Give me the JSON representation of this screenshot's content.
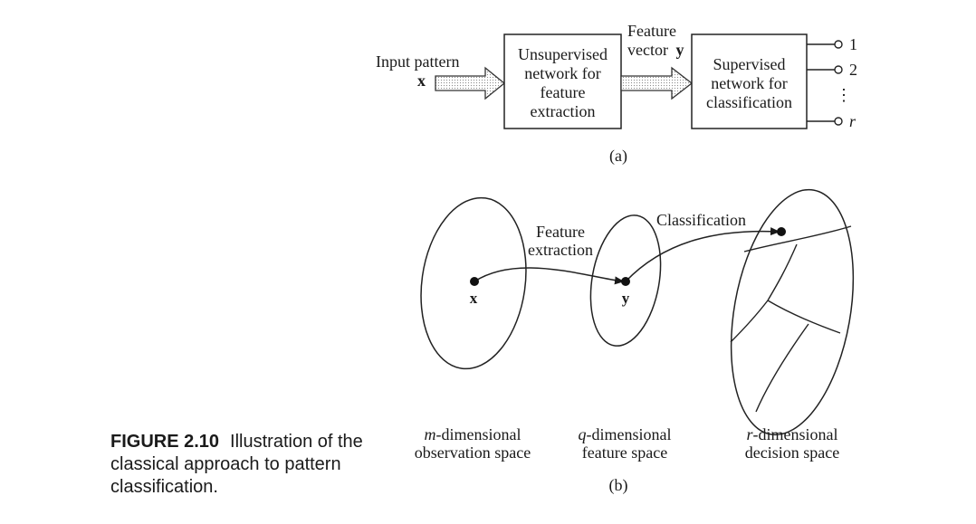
{
  "part_a": {
    "input_label": "Input pattern",
    "input_symbol": "x",
    "box1_lines": [
      "Unsupervised",
      "network for",
      "feature",
      "extraction"
    ],
    "feature_label": "Feature",
    "feature_vector_text": "vector",
    "feature_vector_symbol": "y",
    "box2_lines": [
      "Supervised",
      "network for",
      "classification"
    ],
    "outputs": [
      "1",
      "2",
      "r"
    ],
    "output_ellipsis": "⋮",
    "sublabel": "(a)"
  },
  "part_b": {
    "point_x": "x",
    "point_y": "y",
    "feature_extraction_lines": [
      "Feature",
      "extraction"
    ],
    "classification_label": "Classification",
    "space1": {
      "symbol": "m",
      "suffix": "-dimensional",
      "line2": "observation space"
    },
    "space2": {
      "symbol": "q",
      "suffix": "-dimensional",
      "line2": "feature space"
    },
    "space3": {
      "symbol": "r",
      "suffix": "-dimensional",
      "line2": "decision space"
    },
    "sublabel": "(b)"
  },
  "caption": {
    "label": "FIGURE 2.10",
    "text": "Illustration of the classical approach to pattern classification."
  }
}
